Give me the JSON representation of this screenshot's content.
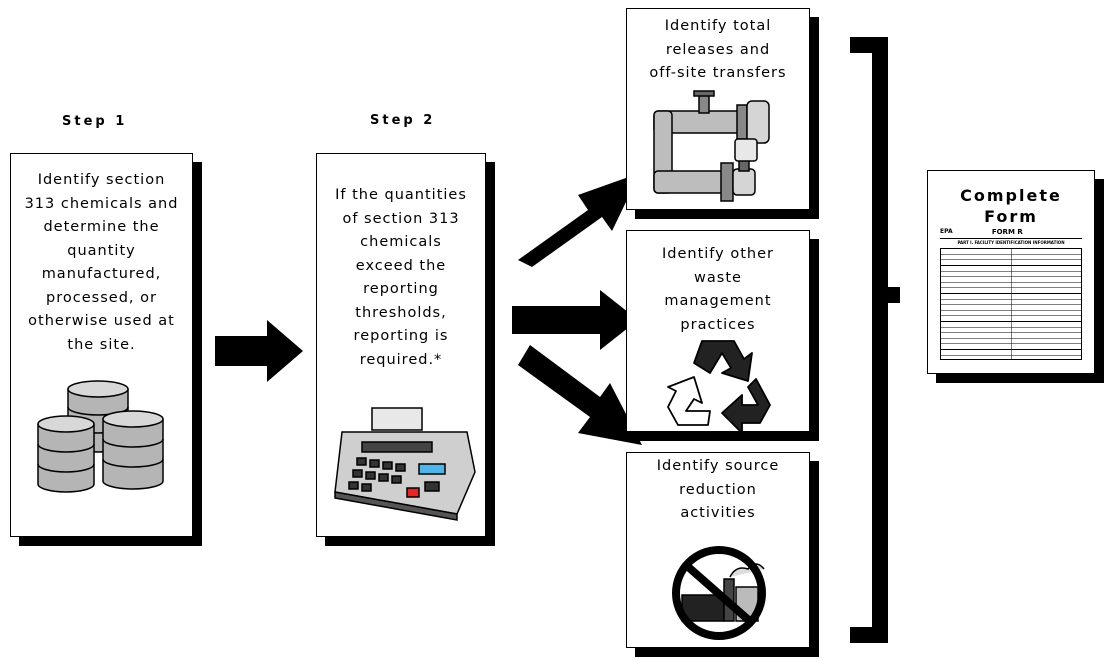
{
  "steps": {
    "step1_label": "Step 1",
    "step2_label": "Step 2"
  },
  "boxes": {
    "step1": [
      "Identify section",
      "313 chemicals and",
      "determine the",
      "quantity",
      "manufactured,",
      "processed, or",
      "otherwise used at",
      "the site."
    ],
    "step2": [
      "If the quantities",
      "of section 313",
      "chemicals",
      "exceed the",
      "reporting",
      "thresholds,",
      "reporting is",
      "required.*"
    ],
    "releases": [
      "Identify total",
      "releases and",
      "off-site transfers"
    ],
    "waste": [
      "Identify other",
      "waste",
      "management",
      "practices"
    ],
    "source": [
      "Identify source",
      "reduction",
      "activities"
    ]
  },
  "form": {
    "title_line1": "Complete",
    "title_line2": "Form",
    "epa_label": "EPA",
    "form_name": "FORM R",
    "part_title": "PART I.  FACILITY IDENTIFICATION INFORMATION"
  },
  "icons": {
    "step1": "chemical-drums-icon",
    "step2": "calculator-icon",
    "releases": "pipe-valve-icon",
    "waste": "recycle-icon",
    "source": "no-factory-icon"
  }
}
